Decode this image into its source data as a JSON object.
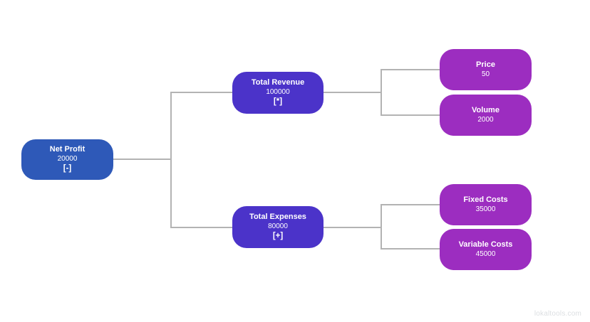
{
  "diagram": {
    "type": "tree",
    "direction": "left-to-right",
    "watermark": "lokaltools.com"
  },
  "colors": {
    "root": "#2e59b8",
    "branch": "#4b33c9",
    "leaf": "#9c2dc0",
    "connector": "#b3b3b3",
    "node_text": "#ffffff",
    "watermark_text": "#dcdfe2"
  },
  "nodes": [
    {
      "id": "net-profit",
      "title": "Net Profit",
      "value": "20000",
      "operator": "[-]",
      "level": 0
    },
    {
      "id": "total-revenue",
      "title": "Total Revenue",
      "value": "100000",
      "operator": "[*]",
      "level": 1
    },
    {
      "id": "total-expenses",
      "title": "Total Expenses",
      "value": "80000",
      "operator": "[+]",
      "level": 1
    },
    {
      "id": "price",
      "title": "Price",
      "value": "50",
      "level": 2
    },
    {
      "id": "volume",
      "title": "Volume",
      "value": "2000",
      "level": 2
    },
    {
      "id": "fixed-costs",
      "title": "Fixed Costs",
      "value": "35000",
      "level": 2
    },
    {
      "id": "variable-costs",
      "title": "Variable Costs",
      "value": "45000",
      "level": 2
    }
  ],
  "edges": [
    {
      "from": "net-profit",
      "to": "total-revenue"
    },
    {
      "from": "net-profit",
      "to": "total-expenses"
    },
    {
      "from": "total-revenue",
      "to": "price"
    },
    {
      "from": "total-revenue",
      "to": "volume"
    },
    {
      "from": "total-expenses",
      "to": "fixed-costs"
    },
    {
      "from": "total-expenses",
      "to": "variable-costs"
    }
  ]
}
